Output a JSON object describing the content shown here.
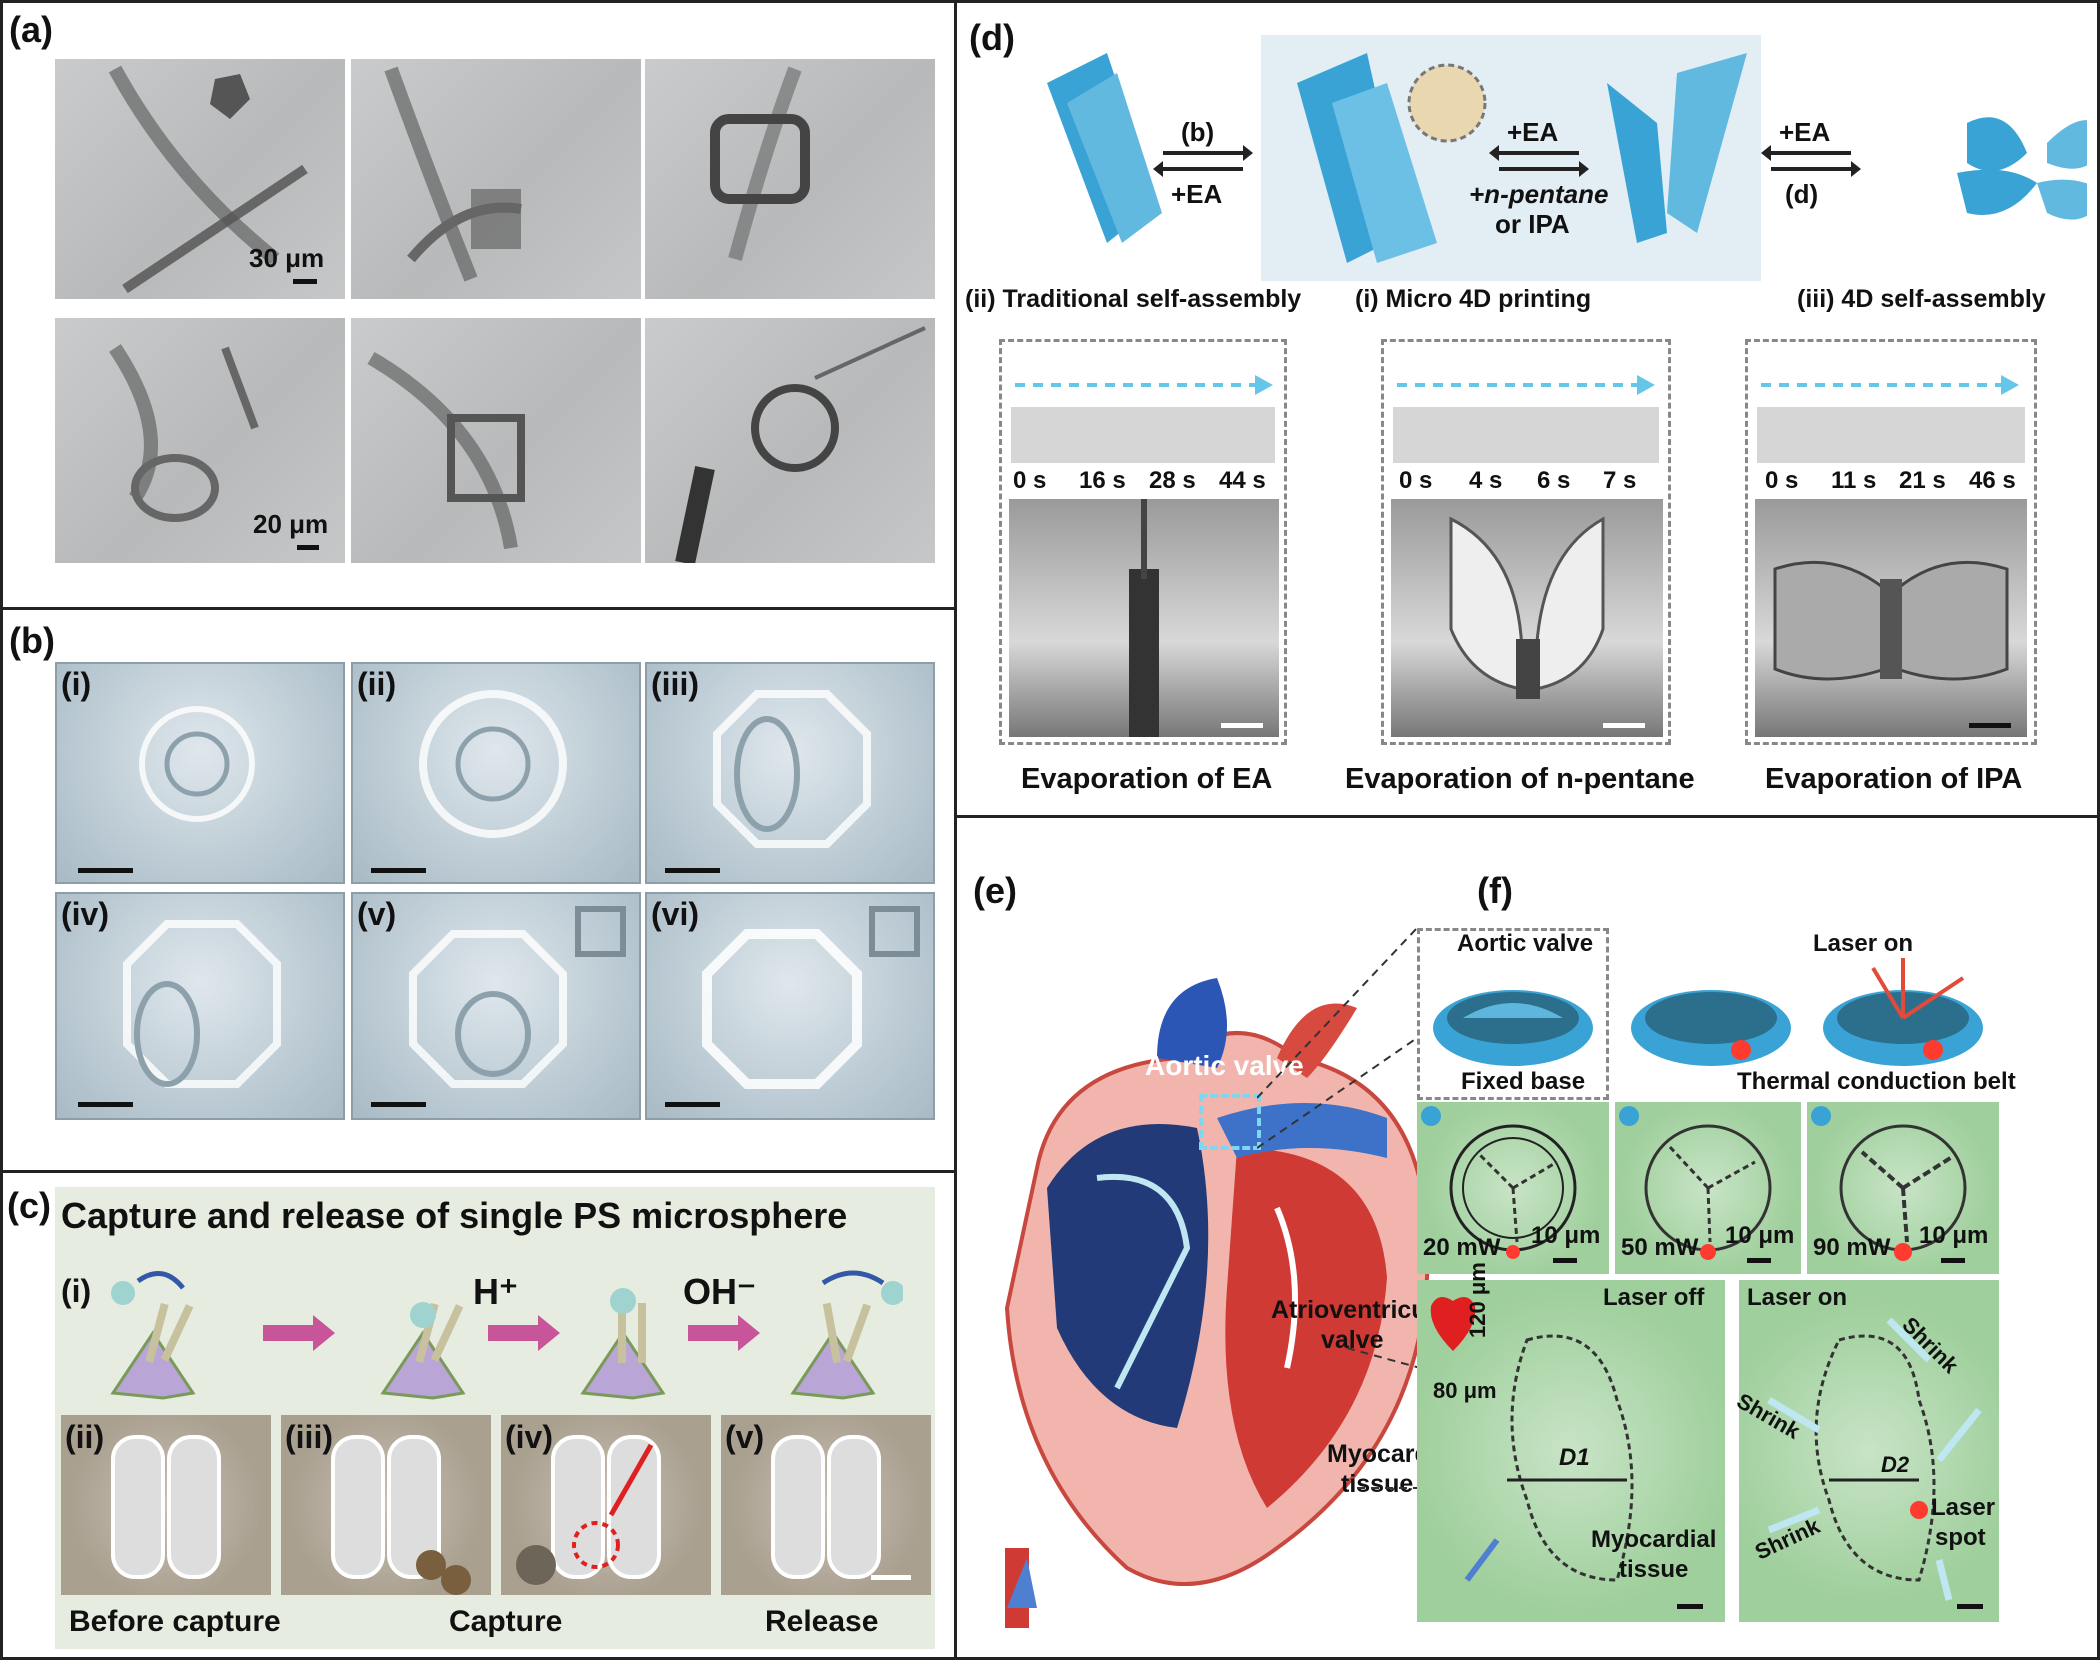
{
  "panel_a": {
    "label": "(a)",
    "scale_top": "30 μm",
    "scale_bottom": "20 μm"
  },
  "panel_b": {
    "label": "(b)",
    "subs": [
      "(i)",
      "(ii)",
      "(iii)",
      "(iv)",
      "(v)",
      "(vi)"
    ]
  },
  "panel_c": {
    "label": "(c)",
    "title": "Capture and release of single PS microsphere",
    "sub_i": "(i)",
    "h_plus": "H⁺",
    "oh_minus": "OH⁻",
    "subs": [
      "(ii)",
      "(iii)",
      "(iv)",
      "(v)"
    ],
    "captions": [
      "Before capture",
      "Capture",
      "Release"
    ]
  },
  "panel_d": {
    "label": "(d)",
    "arrow_left_top": "(b)",
    "arrow_left_bottom": "+EA",
    "arrow_mid_top": "+EA",
    "arrow_mid_bottom_1": "+n-pentane",
    "arrow_mid_bottom_2": "or IPA",
    "arrow_right_top": "+EA",
    "arrow_right_bottom": "(d)",
    "headers": [
      "(ii) Traditional self-assembly",
      "(i) Micro 4D printing",
      "(iii) 4D self-assembly"
    ],
    "times": [
      [
        "0 s",
        "16 s",
        "28 s",
        "44 s"
      ],
      [
        "0 s",
        "4 s",
        "6 s",
        "7 s"
      ],
      [
        "0 s",
        "11 s",
        "21 s",
        "46 s"
      ]
    ],
    "captions": [
      "Evaporation of EA",
      "Evaporation of n-pentane",
      "Evaporation of IPA"
    ]
  },
  "panel_e": {
    "label": "(e)",
    "aortic_valve": "Aortic valve",
    "atrio_1": "Atrioventricular",
    "atrio_2": "valve",
    "myo_1": "Myocardial",
    "myo_2": "tissue"
  },
  "panel_f": {
    "label": "(f)",
    "aortic_valve": "Aortic valve",
    "fixed_base": "Fixed base",
    "laser_on_top": "Laser on",
    "thermal": "Thermal conduction belt",
    "powers": [
      "20 mW",
      "50 mW",
      "90 mW"
    ],
    "scale": "10 μm",
    "dim_h": "120 μm",
    "dim_w": "80 μm",
    "laser_off": "Laser off",
    "laser_on": "Laser on",
    "d1": "D1",
    "d2": "D2",
    "myo_1": "Myocardial",
    "myo_2": "tissue",
    "shrink": "Shrink",
    "laser_spot_1": "Laser",
    "laser_spot_2": "spot"
  },
  "colors": {
    "accent_blue": "#3aa3d6",
    "heart_red": "#d9403a",
    "magenta_arrow": "#c8549a"
  }
}
